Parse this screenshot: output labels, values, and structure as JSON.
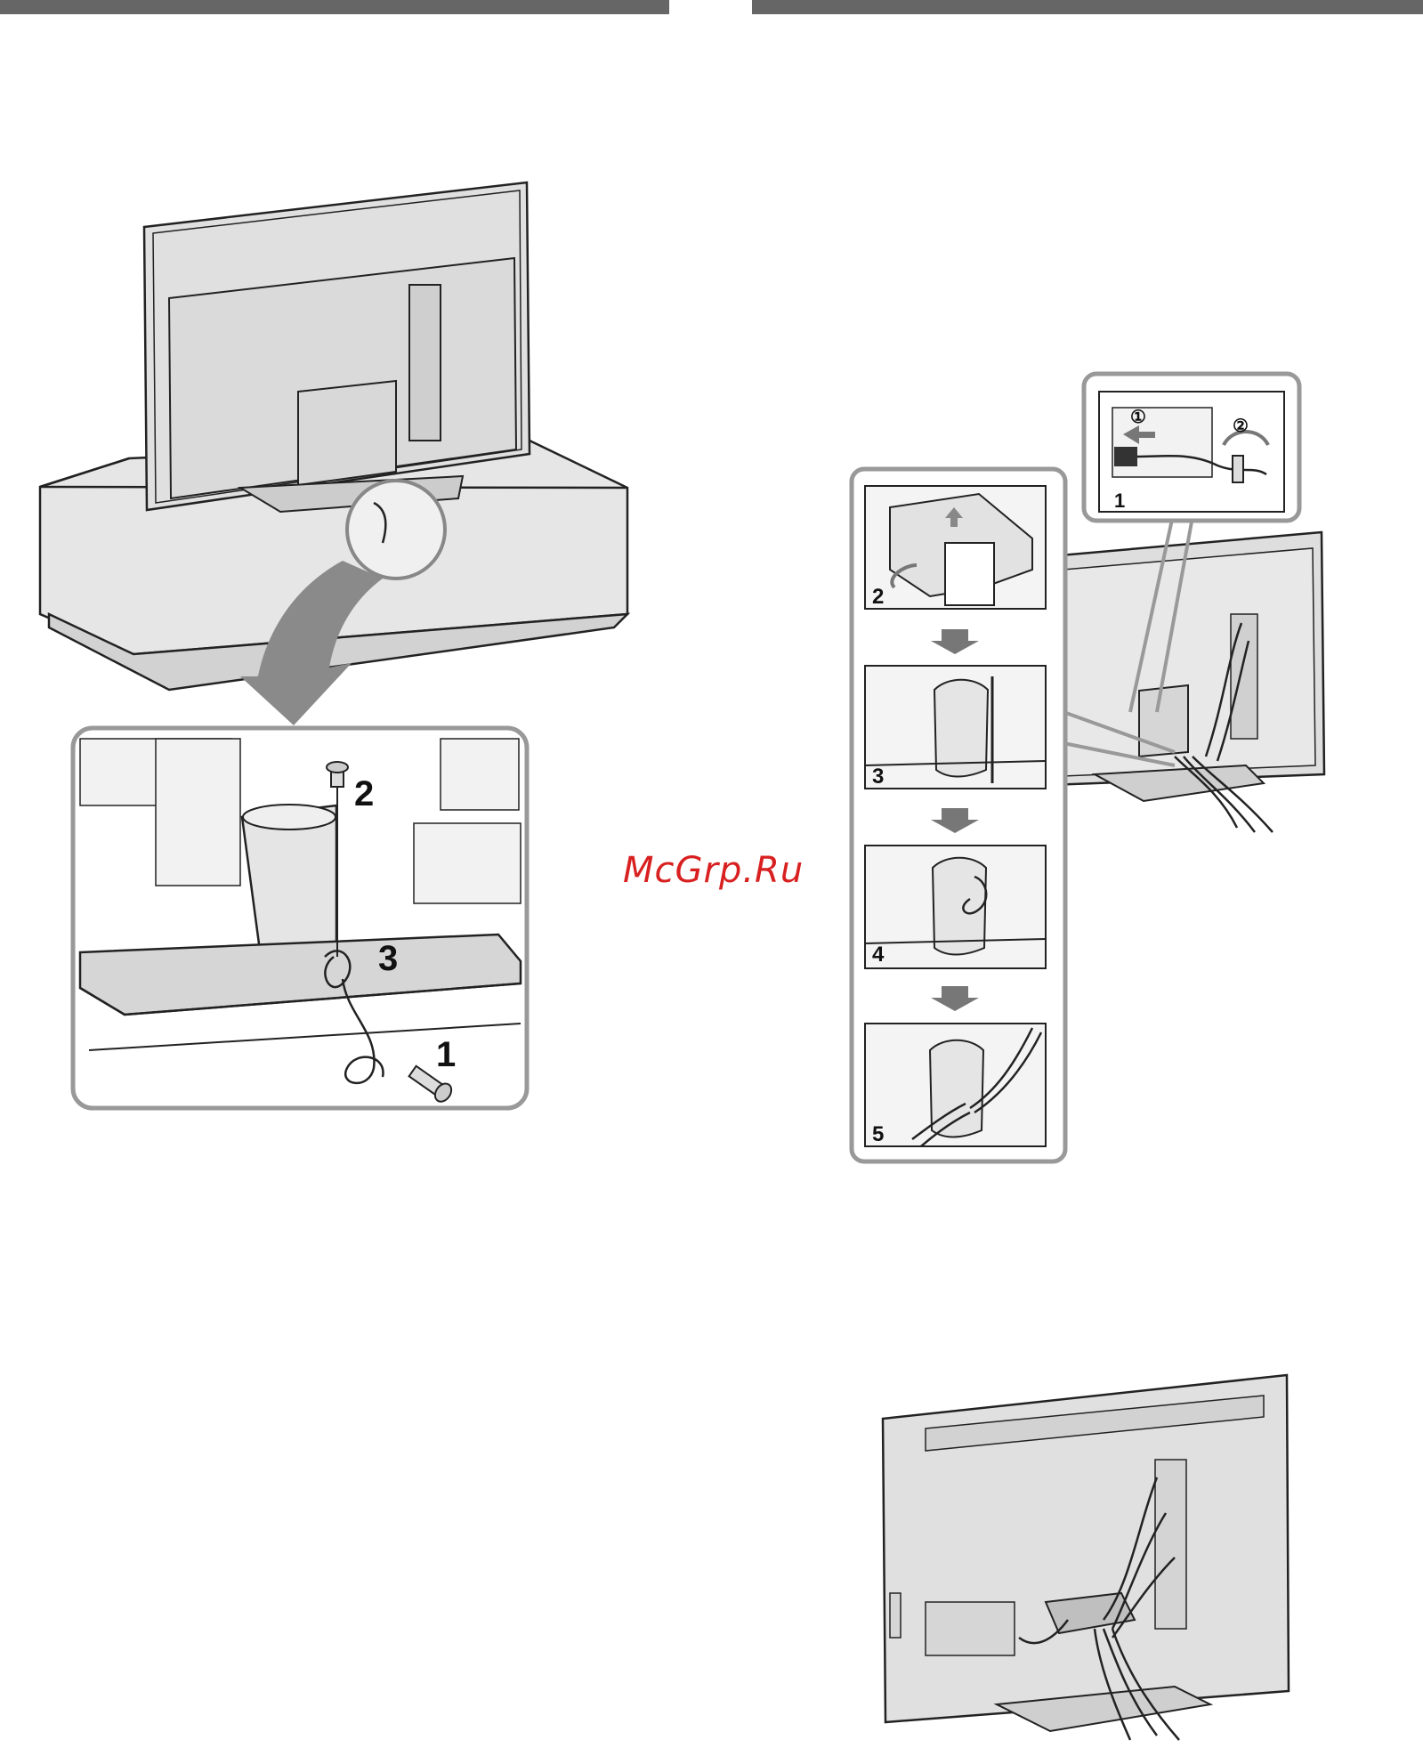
{
  "watermark": {
    "text": "McGrp.Ru"
  },
  "left_figure": {
    "callouts": {
      "step1": "1",
      "step2": "2",
      "step3": "3"
    }
  },
  "right_figure": {
    "inset": {
      "circ1": "①",
      "circ2": "②",
      "step": "1"
    },
    "steps": [
      "2",
      "3",
      "4",
      "5"
    ]
  },
  "colors": {
    "header_bar": "#666666",
    "panel": "#e6e6e6",
    "arrow": "#8a8a8a",
    "frame": "#999999",
    "watermark": "#d92020"
  }
}
